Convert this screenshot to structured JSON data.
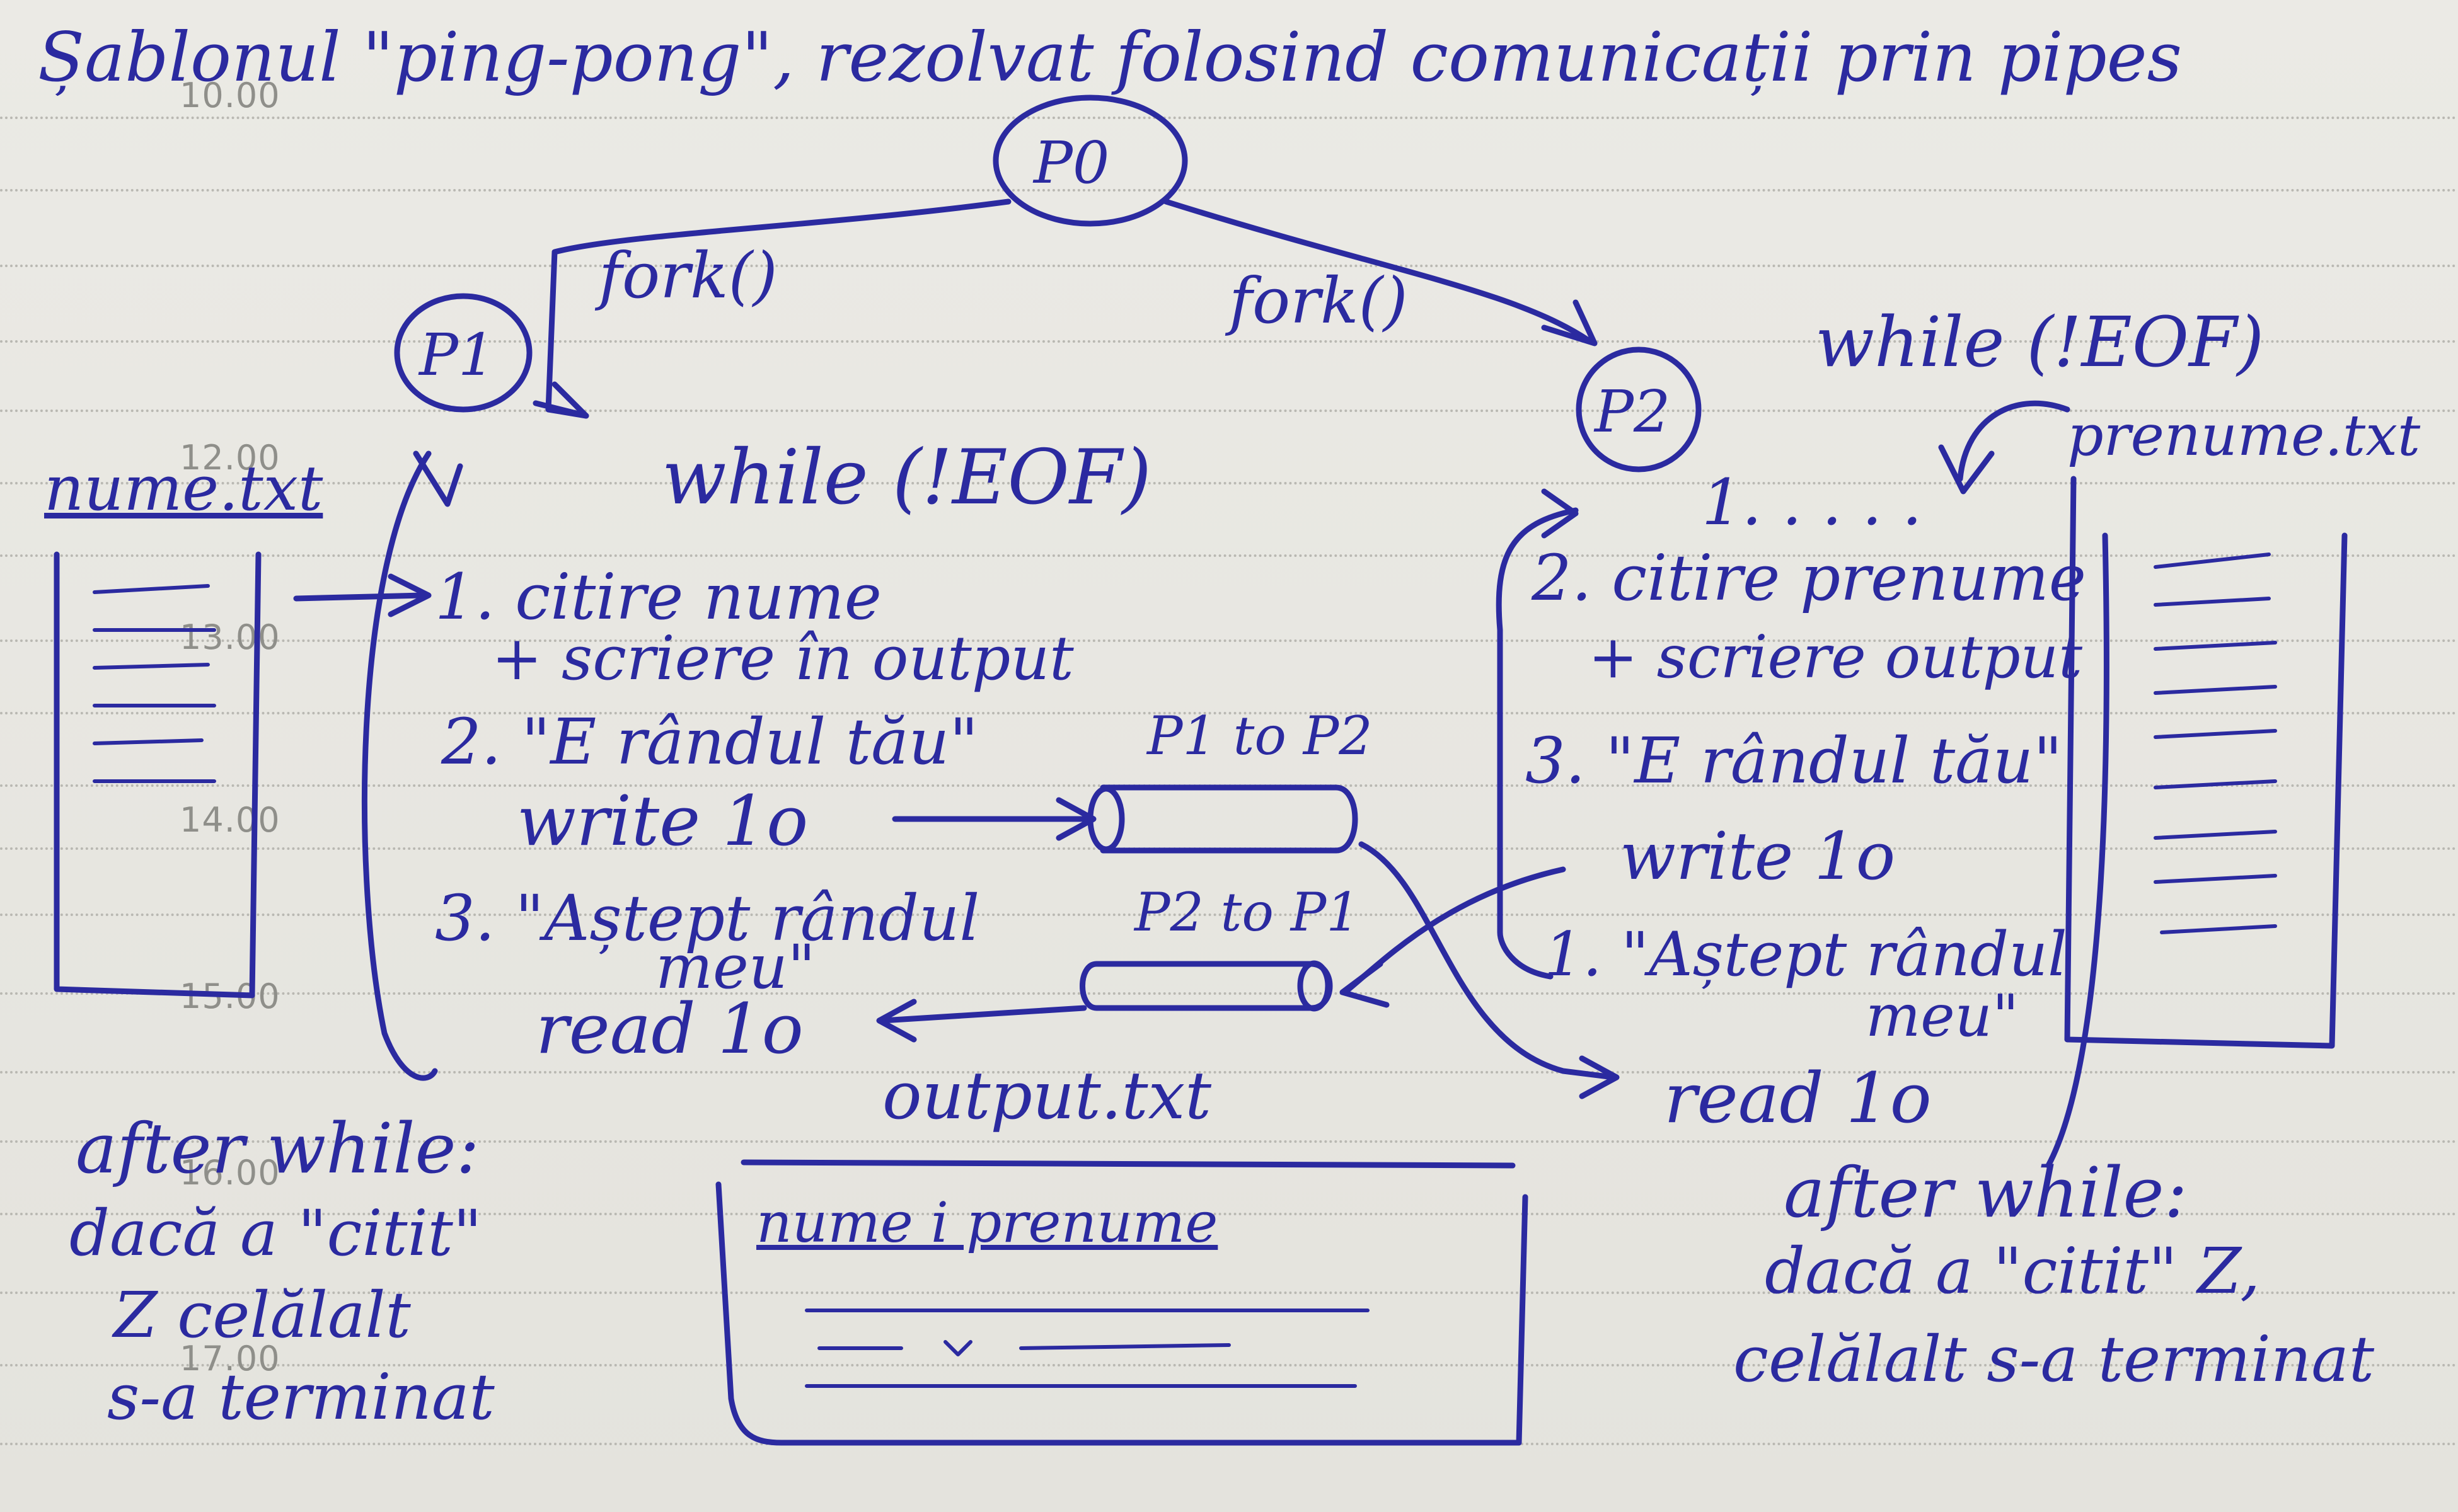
{
  "title": "Șablonul \"ping-pong\", rezolvat folosind comunicații prin pipes",
  "time_labels": [
    "10.00",
    "12.00",
    "13.00",
    "14.00",
    "15.00",
    "16.00",
    "17.00"
  ],
  "processes": {
    "p0": "P0",
    "p1": "P1",
    "p2": "P2"
  },
  "fork_left": "fork()",
  "fork_right": "fork()",
  "files": {
    "nume": "nume.txt",
    "prenume": "prenume.txt",
    "output": "output.txt",
    "output_first_line": "nume i prenume"
  },
  "pipes": {
    "p1_to_p2": "P1 to P2",
    "p2_to_p1": "P2 to P1"
  },
  "p1": {
    "loop": "while (!EOF)",
    "step1": "1. citire nume",
    "step1b": "+ scriere în output",
    "step2": "2. \"E rândul tău\"",
    "step2b": "write 1o",
    "step3": "3. \"Aștept rândul",
    "step3b": "meu\"",
    "step3c": "read 1o",
    "after_head": "after while:",
    "after_1": "dacă a \"citit\"",
    "after_2": "Z celălalt",
    "after_3": "s-a terminat"
  },
  "p2": {
    "loop": "while (!EOF)",
    "step_dots": "1. . . . .",
    "step2": "2. citire prenume",
    "step2b": "+ scriere output",
    "step3": "3. \"E rândul tău\"",
    "step3b": "write 1o",
    "step1": "1. \"Aștept rândul",
    "step1b": "meu\"",
    "step1c": "read 1o",
    "after_head": "after while:",
    "after_1": "dacă a \"citit\" Z,",
    "after_2": "celălalt s-a terminat"
  },
  "colors": {
    "ink": "#2b2aa0",
    "paper": "#e9e8e3",
    "ruled": "#b9b8b2",
    "time": "#8f8f8a"
  }
}
